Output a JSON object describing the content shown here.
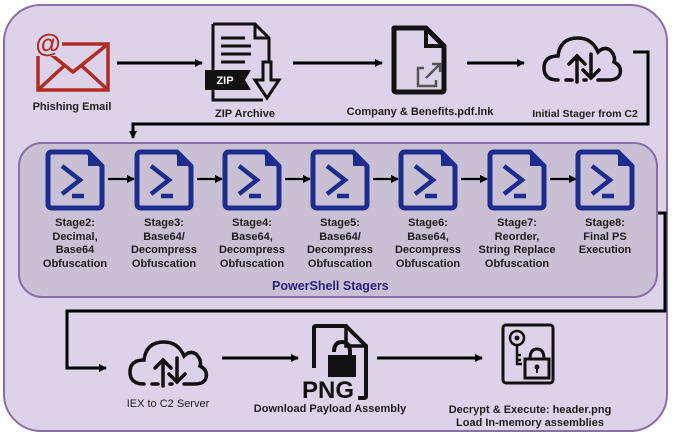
{
  "diagram": {
    "top_row": [
      {
        "id": "phishing",
        "label": "Phishing Email",
        "icon": "envelope-at-icon"
      },
      {
        "id": "zip",
        "label": "ZIP Archive",
        "icon": "zip-file-download-icon",
        "badge": "ZIP"
      },
      {
        "id": "lnk",
        "label": "Company & Benefits.pdf.lnk",
        "icon": "shortcut-file-icon"
      },
      {
        "id": "initial",
        "label": "Initial Stager from C2",
        "icon": "cloud-sync-icon"
      }
    ],
    "group": {
      "title": "PowerShell Stagers",
      "stages": [
        {
          "lines": [
            "Stage2:",
            "Decimal,",
            "Base64",
            "Obfuscation"
          ]
        },
        {
          "lines": [
            "Stage3:",
            "Base64/",
            "Decompress",
            "Obfuscation"
          ]
        },
        {
          "lines": [
            "Stage4:",
            "Base64,",
            "Decompress",
            "Obfuscation"
          ]
        },
        {
          "lines": [
            "Stage5:",
            "Base64/",
            "Decompress",
            "Obfuscation"
          ]
        },
        {
          "lines": [
            "Stage6:",
            "Base64,",
            "Decompress",
            "Obfuscation"
          ]
        },
        {
          "lines": [
            "Stage7:",
            "Reorder,",
            "String Replace",
            "Obfuscation"
          ]
        },
        {
          "lines": [
            "Stage8:",
            "Final PS",
            "Execution"
          ]
        }
      ]
    },
    "bottom_row": [
      {
        "id": "iex",
        "label": "IEX to C2 Server",
        "icon": "cloud-sync-icon"
      },
      {
        "id": "png",
        "label": "Download Payload Assembly",
        "icon": "locked-png-file-icon",
        "badge": "PNG"
      },
      {
        "id": "decrypt",
        "lines": [
          "Decrypt & Execute: header.png",
          "Load In-memory assemblies"
        ],
        "icon": "key-lock-file-icon"
      }
    ],
    "colors": {
      "email_red": "#b22a24",
      "powershell_blue": "#1f2c8f",
      "group_title": "#2a2380",
      "outer_bg": "#ddd3e8",
      "inner_bg": "#c9c0d3",
      "border_purple": "#8a6ea8"
    }
  }
}
